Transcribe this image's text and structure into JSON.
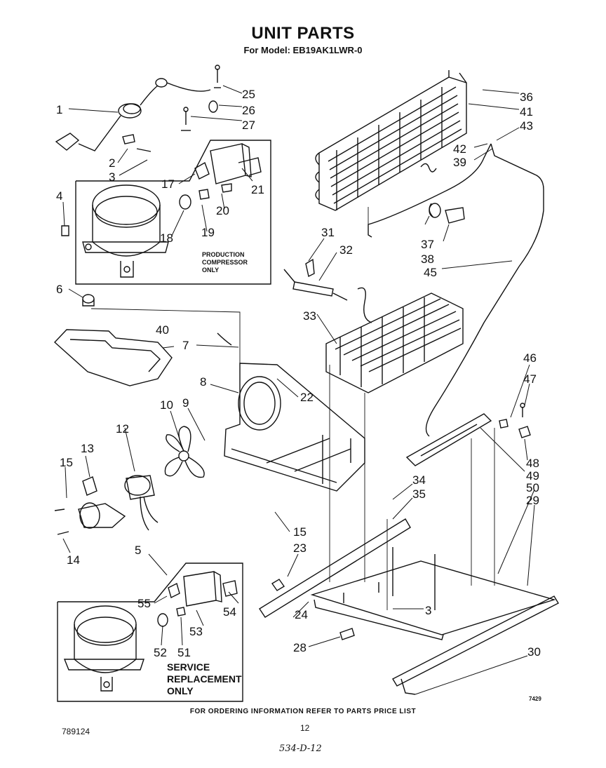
{
  "title": "UNIT PARTS",
  "subtitle": "For Model: EB19AK1LWR-0",
  "production_box_label": [
    "PRODUCTION",
    "COMPRESSOR",
    "ONLY"
  ],
  "service_box_label": [
    "SERVICE",
    "REPLACEMENT",
    "ONLY"
  ],
  "footer": "FOR ORDERING INFORMATION REFER TO PARTS PRICE LIST",
  "page_number": "12",
  "document_number": "789124",
  "handwritten_note": "534-D-12",
  "drawing_code": "7429",
  "callouts": [
    "1",
    "2",
    "3",
    "4",
    "5",
    "6",
    "7",
    "8",
    "9",
    "10",
    "12",
    "13",
    "14",
    "15",
    "15",
    "17",
    "18",
    "19",
    "20",
    "21",
    "22",
    "23",
    "24",
    "25",
    "26",
    "27",
    "28",
    "29",
    "30",
    "31",
    "32",
    "33",
    "34",
    "35",
    "36",
    "37",
    "38",
    "39",
    "40",
    "41",
    "42",
    "43",
    "45",
    "46",
    "47",
    "48",
    "49",
    "50",
    "51",
    "52",
    "53",
    "54",
    "55",
    "3"
  ]
}
